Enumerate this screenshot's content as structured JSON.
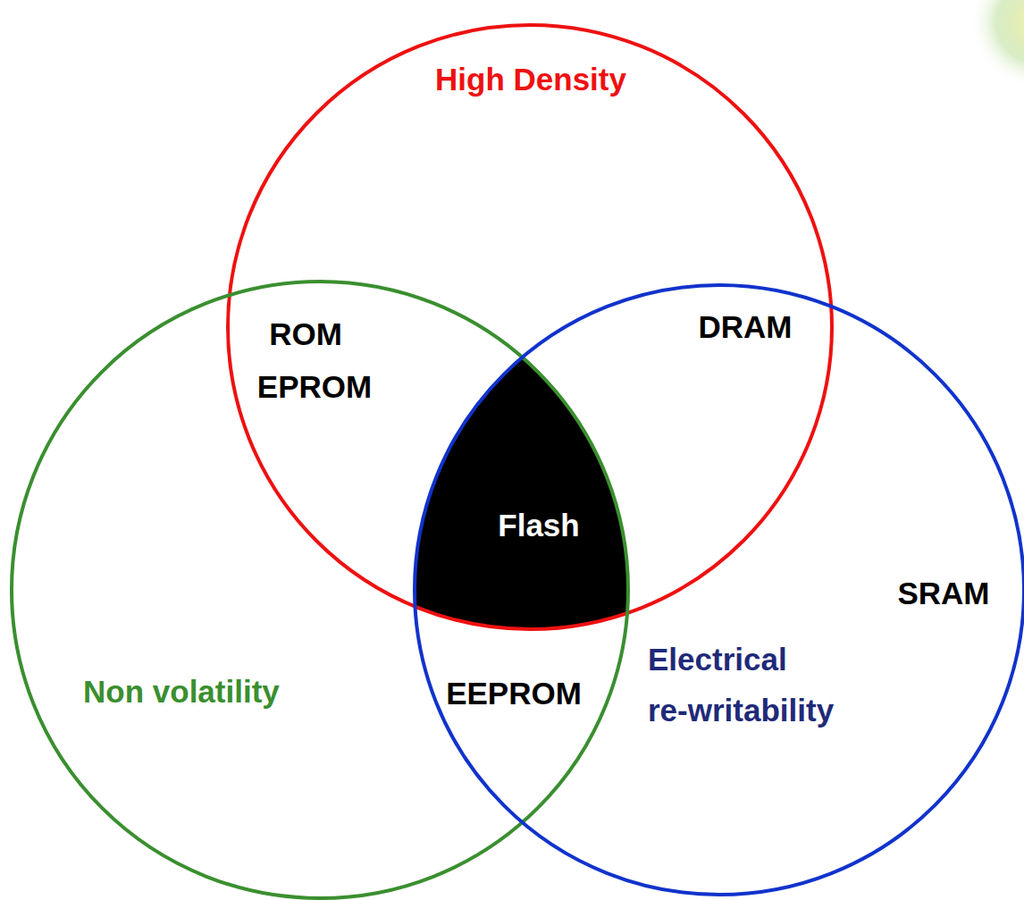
{
  "diagram": {
    "nodes": [
      {
        "text": [
          "High Density"
        ]
      },
      {
        "text": [
          "Non volatility"
        ]
      },
      {
        "text": [
          "Electrical re-writability"
        ]
      },
      {
        "text": [
          "Flash"
        ],
        "in": 0
      }
    ],
    "labels": [
      "ROM",
      "EPROM",
      "DRAM",
      "EEPROM",
      "SRAM"
    ]
  }
}
